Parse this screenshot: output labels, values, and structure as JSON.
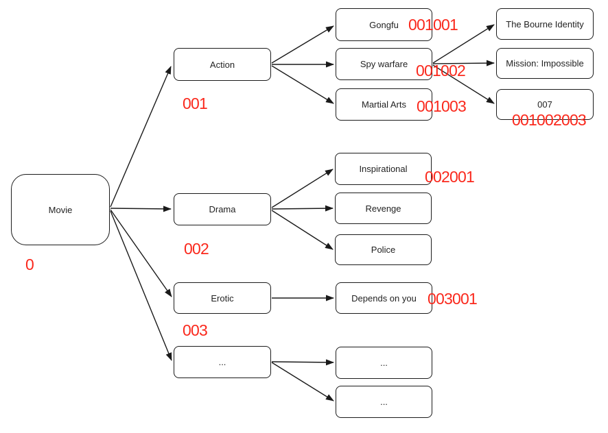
{
  "diagram": {
    "type": "tree",
    "title": "Movie category tree with hierarchical codes",
    "colors": {
      "code_red": "#fa281c",
      "line": "#1a1a1a",
      "background": "#ffffff"
    },
    "nodes": {
      "movie": {
        "label": "Movie",
        "code": "0"
      },
      "action": {
        "label": "Action",
        "code": "001"
      },
      "drama": {
        "label": "Drama",
        "code": "002"
      },
      "erotic": {
        "label": "Erotic",
        "code": "003"
      },
      "etc1": {
        "label": "..."
      },
      "gongfu": {
        "label": "Gongfu",
        "code": "001001"
      },
      "spy": {
        "label": "Spy warfare",
        "code": "001002"
      },
      "martial": {
        "label": "Martial Arts",
        "code": "001003"
      },
      "inspirational": {
        "label": "Inspirational",
        "code": "002001"
      },
      "revenge": {
        "label": "Revenge"
      },
      "police": {
        "label": "Police"
      },
      "depends": {
        "label": "Depends on you",
        "code": "003001"
      },
      "etc2a": {
        "label": "..."
      },
      "etc2b": {
        "label": "..."
      },
      "bourne": {
        "label": "The Bourne Identity"
      },
      "mission": {
        "label": "Mission: Impossible"
      },
      "b007": {
        "label": "007",
        "code": "001002003"
      }
    },
    "edges": [
      {
        "from": "Movie",
        "to": "Action"
      },
      {
        "from": "Movie",
        "to": "Drama"
      },
      {
        "from": "Movie",
        "to": "Erotic"
      },
      {
        "from": "Movie",
        "to": "..."
      },
      {
        "from": "Action",
        "to": "Gongfu"
      },
      {
        "from": "Action",
        "to": "Spy warfare"
      },
      {
        "from": "Action",
        "to": "Martial Arts"
      },
      {
        "from": "Spy warfare",
        "to": "The Bourne Identity"
      },
      {
        "from": "Spy warfare",
        "to": "Mission: Impossible"
      },
      {
        "from": "Spy warfare",
        "to": "007"
      },
      {
        "from": "Drama",
        "to": "Inspirational"
      },
      {
        "from": "Drama",
        "to": "Revenge"
      },
      {
        "from": "Drama",
        "to": "Police"
      },
      {
        "from": "Erotic",
        "to": "Depends on you"
      },
      {
        "from": "...",
        "to": "... (first)"
      },
      {
        "from": "...",
        "to": "... (second)"
      }
    ]
  }
}
